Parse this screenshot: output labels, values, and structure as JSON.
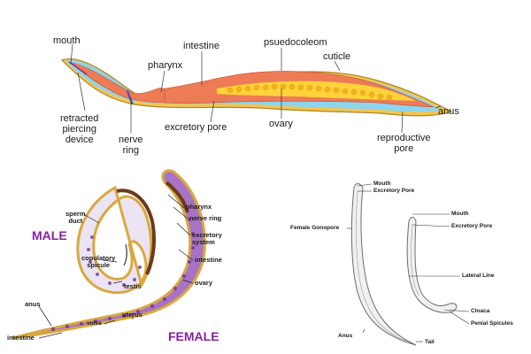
{
  "top_diagram": {
    "labels": {
      "mouth": "mouth",
      "intestine": "intestine",
      "pseudocoelom": "psuedocoleom",
      "pharynx": "pharynx",
      "cuticle": "cuticle",
      "retracted_piercing_device": "retracted\npiercing\ndevice",
      "nerve_ring": "nerve\nring",
      "excretory_pore": "excretory pore",
      "ovary": "ovary",
      "reproductive_pore": "reproductive\npore",
      "anus": "anus"
    }
  },
  "male_female_diagram": {
    "male_title": "MALE",
    "female_title": "FEMALE",
    "labels": {
      "sperm_duct": "sperm\nduct",
      "copulatory_spicule": "copulatory\nspicule",
      "testis": "testis",
      "pharynx": "pharynx",
      "nerve_ring": "nerve ring",
      "excretory_system": "excretory\nsystem",
      "intestine_right": "intestine",
      "ovary": "ovary",
      "uterus": "uterus",
      "vulva": "vulva",
      "anus": "anus",
      "intestine_left": "intestine"
    },
    "colors": {
      "male_body": "#ece3f3",
      "female_body": "#a873c4",
      "cuticle": "#d7a93e"
    }
  },
  "line_diagram": {
    "labels": {
      "mouth_female": "Mouth",
      "excretory_pore_female": "Excretory Pore",
      "female_gonopore": "Female Gonopore",
      "anus": "Anus",
      "tail": "Tail",
      "mouth_male": "Mouth",
      "excretory_pore_male": "Excretory Pore",
      "lateral_line": "Lateral Line",
      "cloaca": "Cloaca",
      "penial_spicules": "Penial Spicules"
    }
  }
}
